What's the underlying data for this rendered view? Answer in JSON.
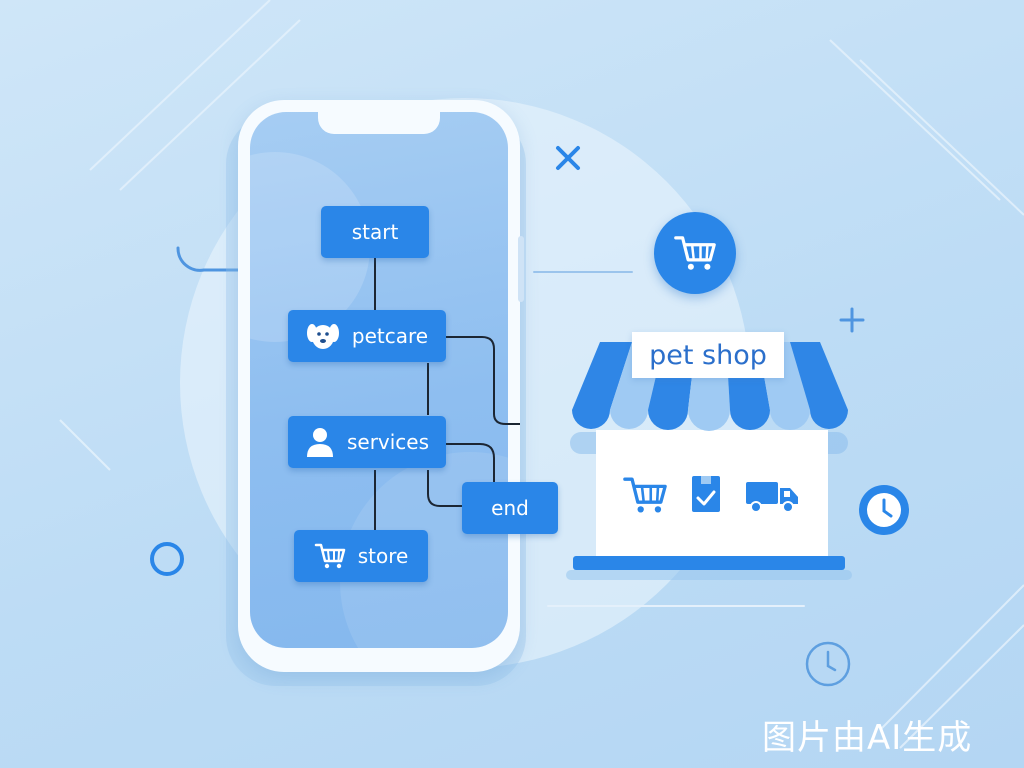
{
  "diagram": {
    "nodes": {
      "start": "start",
      "petcare": "petcare",
      "services": "services",
      "end": "end",
      "store": "store"
    },
    "edges": [
      [
        "start",
        "petcare"
      ],
      [
        "petcare",
        "services"
      ],
      [
        "petcare",
        "end"
      ],
      [
        "services",
        "end"
      ],
      [
        "services",
        "store"
      ]
    ]
  },
  "shop": {
    "sign": "pet shop",
    "icons": [
      "cart-icon",
      "package-check-icon",
      "delivery-truck-icon"
    ]
  },
  "decorations": [
    "close-x-icon",
    "plus-icon",
    "ring-icon",
    "clock-icon",
    "cart-badge-icon"
  ],
  "watermark": "图片由AI生成",
  "colors": {
    "accent": "#2a86e8",
    "background": "#c4e0f6",
    "sign_text": "#2b6fcb"
  }
}
